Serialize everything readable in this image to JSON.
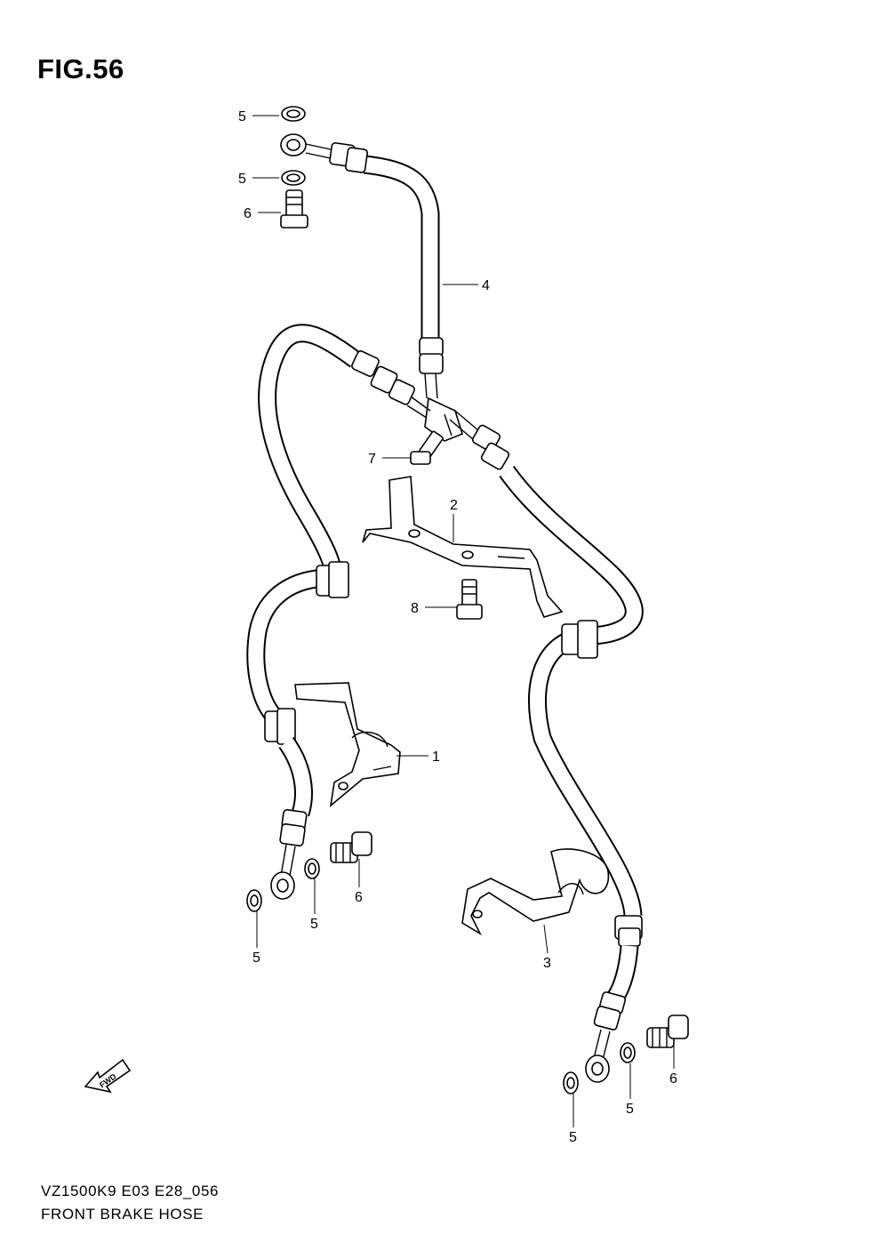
{
  "figure": {
    "title": "FIG.56"
  },
  "footer": {
    "code": "VZ1500K9 E03 E28_056",
    "name": "FRONT BRAKE HOSE"
  },
  "fwd_arrow": {
    "label": "FWD"
  },
  "callouts": {
    "c1": "1",
    "c2": "2",
    "c3": "3",
    "c4": "4",
    "c5a": "5",
    "c5b": "5",
    "c5c": "5",
    "c5d": "5",
    "c5e": "5",
    "c5f": "5",
    "c6a": "6",
    "c6b": "6",
    "c6c": "6",
    "c7": "7",
    "c8": "8"
  }
}
